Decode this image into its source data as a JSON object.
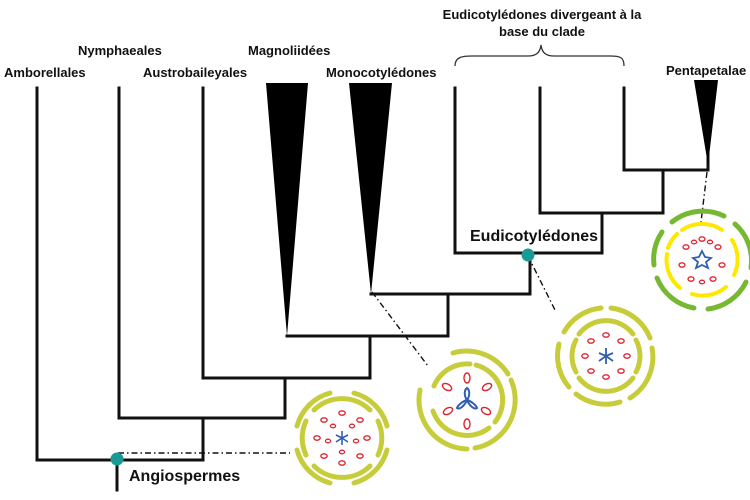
{
  "labels": {
    "amborellales": "Amborellales",
    "nymphaeales": "Nymphaeales",
    "austrobaileyales": "Austrobaileyales",
    "magnoliidees": "Magnoliidées",
    "monocotyledones": "Monocotylédones",
    "eudicot_basal_line1": "Eudicotylédones divergeant à la",
    "eudicot_basal_line2": "base du clade",
    "pentapetalae": "Pentapetalae",
    "eudicotyledones": "Eudicotylédones",
    "angiospermes": "Angiospermes"
  },
  "colors": {
    "tree": "#111111",
    "node_dot": "#1a9a95",
    "perianth_olive": "#c7cc3a",
    "perianth_yellow": "#ffe800",
    "perianth_green": "#77b833",
    "stamen": "#e0242e",
    "carpel": "#2f5fb0"
  }
}
